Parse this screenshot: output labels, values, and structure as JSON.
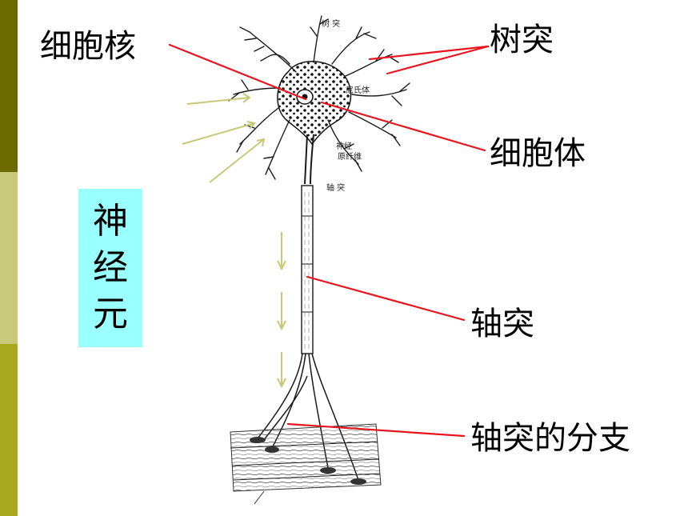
{
  "labels": {
    "nucleus": "细胞核",
    "dendrite": "树突",
    "soma": "细胞体",
    "axon": "轴突",
    "axon_branch": "轴突的分支"
  },
  "title_box": {
    "chars": [
      "神",
      "经",
      "元"
    ],
    "background": "#99ffff"
  },
  "figure_annotations": {
    "top": "树 突",
    "nissl": "尼氏体",
    "neurofibril_1": "神经",
    "neurofibril_2": "原纤维",
    "axon_small": "轴 突"
  },
  "colors": {
    "pointer_red": "#e8141e",
    "signal_arrow": "#c8c878",
    "sidebar_dark": "#6b6b00",
    "sidebar_light": "#c9c97a",
    "sidebar_mid": "#a8a81e"
  }
}
